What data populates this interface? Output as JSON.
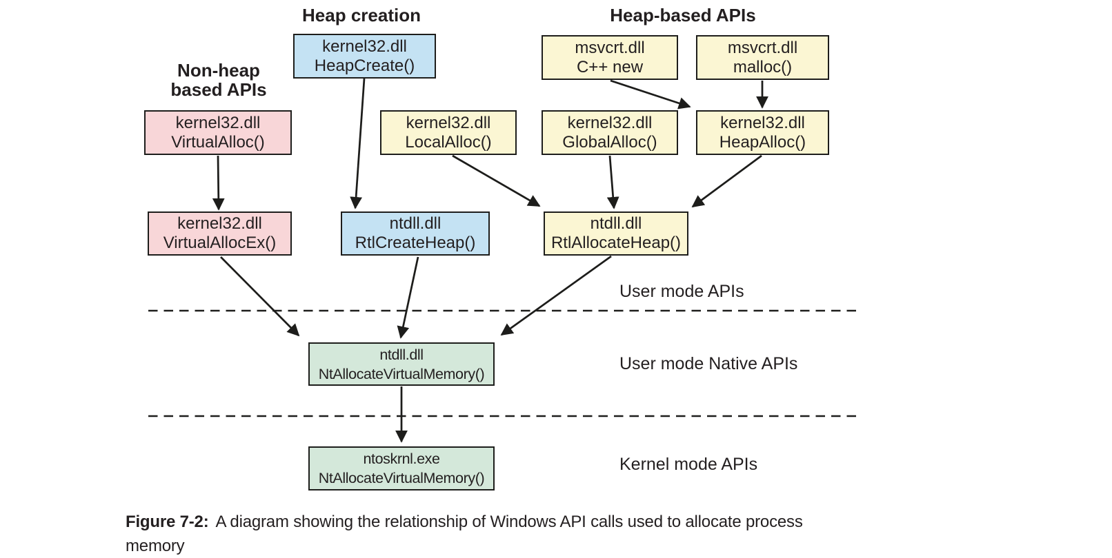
{
  "figure": {
    "group_labels": {
      "heap_creation": "Heap creation",
      "heap_based_apis": "Heap-based APIs",
      "non_heap_line1": "Non-heap",
      "non_heap_line2": "based APIs"
    },
    "boxes": {
      "heapcreate": {
        "module": "kernel32.dll",
        "function": "HeapCreate()",
        "color": "blue"
      },
      "cppnew": {
        "module": "msvcrt.dll",
        "function": "C++ new",
        "color": "yellow"
      },
      "malloc": {
        "module": "msvcrt.dll",
        "function": "malloc()",
        "color": "yellow"
      },
      "virtualalloc": {
        "module": "kernel32.dll",
        "function": "VirtualAlloc()",
        "color": "pink"
      },
      "localalloc": {
        "module": "kernel32.dll",
        "function": "LocalAlloc()",
        "color": "yellow"
      },
      "globalalloc": {
        "module": "kernel32.dll",
        "function": "GlobalAlloc()",
        "color": "yellow"
      },
      "heapalloc": {
        "module": "kernel32.dll",
        "function": "HeapAlloc()",
        "color": "yellow"
      },
      "virtualallocex": {
        "module": "kernel32.dll",
        "function": "VirtualAllocEx()",
        "color": "pink"
      },
      "rtlcreateheap": {
        "module": "ntdll.dll",
        "function": "RtlCreateHeap()",
        "color": "blue"
      },
      "rtlallocateheap": {
        "module": "ntdll.dll",
        "function": "RtlAllocateHeap()",
        "color": "yellow"
      },
      "nt_user": {
        "module": "ntdll.dll",
        "function": "NtAllocateVirtualMemory()",
        "color": "green"
      },
      "nt_kernel": {
        "module": "ntoskrnl.exe",
        "function": "NtAllocateVirtualMemory()",
        "color": "green"
      }
    },
    "edges": [
      {
        "from": "virtualalloc",
        "to": "virtualallocex"
      },
      {
        "from": "heapcreate",
        "to": "rtlcreateheap"
      },
      {
        "from": "cppnew",
        "to": "heapalloc"
      },
      {
        "from": "malloc",
        "to": "heapalloc"
      },
      {
        "from": "localalloc",
        "to": "rtlallocateheap"
      },
      {
        "from": "globalalloc",
        "to": "rtlallocateheap"
      },
      {
        "from": "heapalloc",
        "to": "rtlallocateheap"
      },
      {
        "from": "virtualallocex",
        "to": "nt_user"
      },
      {
        "from": "rtlcreateheap",
        "to": "nt_user"
      },
      {
        "from": "rtlallocateheap",
        "to": "nt_user"
      },
      {
        "from": "nt_user",
        "to": "nt_kernel"
      }
    ],
    "mode_labels": {
      "user_mode": "User mode APIs",
      "user_mode_native": "User mode Native APIs",
      "kernel_mode": "Kernel mode APIs"
    },
    "colors": {
      "box_fill": {
        "pink": "#f8d6d8",
        "blue": "#c4e2f3",
        "yellow": "#fbf6d3",
        "green": "#d4e8da"
      },
      "stroke": "#1d1d1b",
      "text": "#231f20"
    }
  },
  "caption": {
    "label": "Figure 7-2:",
    "line1": "A diagram showing the relationship of Windows API calls used to allocate process",
    "line2": "memory"
  }
}
